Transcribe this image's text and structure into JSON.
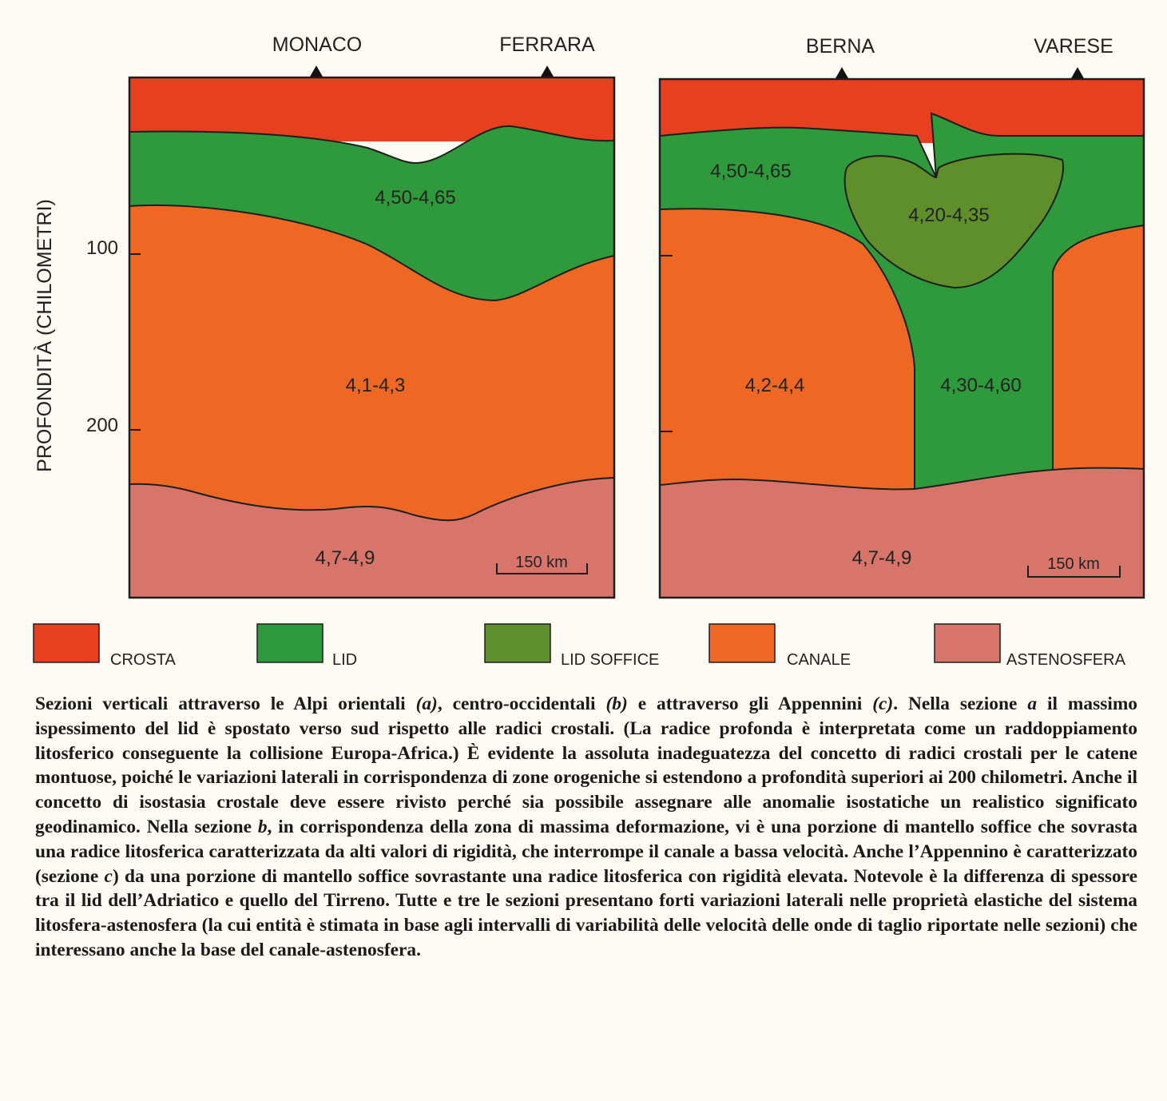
{
  "colors": {
    "crosta": "#e8401e",
    "lid": "#2e9a3c",
    "lid_soffice": "#5f8f2a",
    "canale": "#ee6824",
    "astenosfera": "#d8756a",
    "outline": "#1e1e1e"
  },
  "axis": {
    "ylabel": "PROFONDITÀ (CHILOMETRI)",
    "ticks": [
      "100",
      "200"
    ]
  },
  "panel_a": {
    "stations": [
      "MONACO",
      "FERRARA"
    ],
    "labels": {
      "lid": "4,50-4,65",
      "canale": "4,1-4,3",
      "astenosfera": "4,7-4,9"
    },
    "scale": "150 km"
  },
  "panel_b": {
    "stations": [
      "BERNA",
      "VARESE"
    ],
    "labels": {
      "lid": "4,50-4,65",
      "lid_soffice": "4,20-4,35",
      "canale": "4,2-4,4",
      "lid_root": "4,30-4,60",
      "astenosfera": "4,7-4,9"
    },
    "scale": "150 km"
  },
  "legend": {
    "items": [
      {
        "key": "crosta",
        "label": "CROSTA"
      },
      {
        "key": "lid",
        "label": "LID"
      },
      {
        "key": "lid_soffice",
        "label": "LID SOFFICE"
      },
      {
        "key": "canale",
        "label": "CANALE"
      },
      {
        "key": "astenosfera",
        "label": "ASTENOSFERA"
      }
    ]
  },
  "caption": {
    "p1": "Sezioni verticali attraverso le Alpi orientali ",
    "a1": "(a)",
    "p2": ", centro-occidentali ",
    "a2": "(b)",
    "p3": " e attraverso gli Appennini ",
    "a3": "(c)",
    "p4": ". Nella sezione ",
    "a4": "a",
    "p5": " il massimo ispessimento del lid è spostato verso sud rispetto alle radici crostali. (La radice profonda è interpretata come un raddoppiamento litosferico conseguente la collisione Europa-Africa.) È evidente la assoluta inadeguatezza del concetto di radici crostali per le catene montuose, poiché le variazioni laterali in corrispondenza di zone orogeniche si estendono a profondità superiori ai 200 chilometri. Anche il concetto di isostasia crostale deve essere rivisto perché sia possibile assegnare alle anomalie isostatiche un realistico significato geodinamico. Nella sezione ",
    "a5": "b",
    "p6": ", in corrispondenza della zona di massima deformazione, vi è una porzione di mantello soffice che sovrasta una radice litosferica caratterizzata da alti valori di rigidità, che interrompe il canale a bassa velocità. Anche l’Appennino è caratterizzato (sezione ",
    "a6": "c",
    "p7": ") da una porzione di mantello soffice sovrastante una radice litosferica con rigidità elevata. Notevole è la differenza di spessore tra il lid dell’Adriatico e quello del Tirreno. Tutte e tre le sezioni presentano forti variazioni laterali nelle proprietà elastiche del sistema litosfera-astenosfera (la cui entità è stimata in base agli intervalli di variabilità delle velocità delle onde di taglio riportate nelle sezioni) che interessano anche la base del canale-astenosfera."
  }
}
